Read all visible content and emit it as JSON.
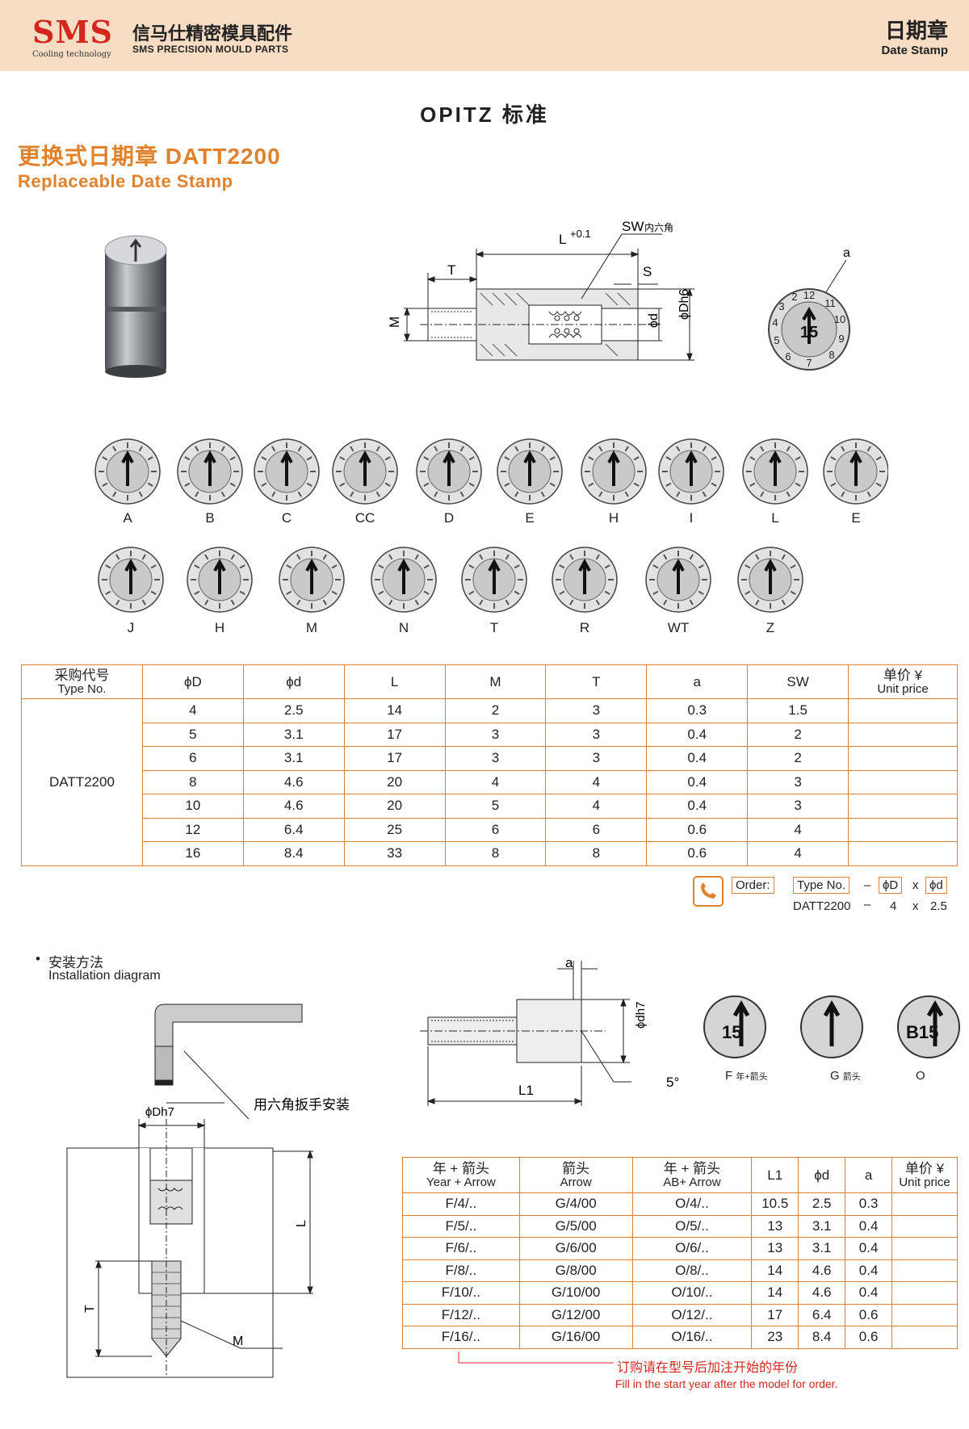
{
  "header": {
    "logo_text": "SMS",
    "logo_tagline": "Cooling technology",
    "company_cn": "信马仕精密模具配件",
    "company_en": "SMS PRECISION MOULD PARTS",
    "section_cn": "日期章",
    "section_en": "Date Stamp"
  },
  "standard_title": "OPITZ 标准",
  "product": {
    "title_cn": "更换式日期章  DATT2200",
    "title_en": "Replaceable Date Stamp"
  },
  "drawing": {
    "dim_L": "L",
    "dim_L_tol": "+0.1",
    "dim_T": "T",
    "dim_SW": "SW",
    "dim_SW_note": "内六角",
    "dim_S": "S",
    "dim_M": "M",
    "dim_phid": "ϕd",
    "dim_phiD": "ϕDh6",
    "dim_a": "a"
  },
  "dial_types": {
    "row1": [
      "A",
      "B",
      "C",
      "CC",
      "D",
      "E",
      "H",
      "I",
      "L",
      "E"
    ],
    "row2": [
      "J",
      "H",
      "M",
      "N",
      "T",
      "R",
      "WT",
      "Z"
    ]
  },
  "spec_table": {
    "headers": [
      {
        "cn": "采购代号",
        "en": "Type No."
      },
      {
        "cn": "ϕD",
        "en": ""
      },
      {
        "cn": "ϕd",
        "en": ""
      },
      {
        "cn": "L",
        "en": ""
      },
      {
        "cn": "M",
        "en": ""
      },
      {
        "cn": "T",
        "en": ""
      },
      {
        "cn": "a",
        "en": ""
      },
      {
        "cn": "SW",
        "en": ""
      },
      {
        "cn": "单价 ¥",
        "en": "Unit price"
      }
    ],
    "type_no": "DATT2200",
    "rows": [
      [
        "4",
        "2.5",
        "14",
        "2",
        "3",
        "0.3",
        "1.5",
        ""
      ],
      [
        "5",
        "3.1",
        "17",
        "3",
        "3",
        "0.4",
        "2",
        ""
      ],
      [
        "6",
        "3.1",
        "17",
        "3",
        "3",
        "0.4",
        "2",
        ""
      ],
      [
        "8",
        "4.6",
        "20",
        "4",
        "4",
        "0.4",
        "3",
        ""
      ],
      [
        "10",
        "4.6",
        "20",
        "5",
        "4",
        "0.4",
        "3",
        ""
      ],
      [
        "12",
        "6.4",
        "25",
        "6",
        "6",
        "0.6",
        "4",
        ""
      ],
      [
        "16",
        "8.4",
        "33",
        "8",
        "8",
        "0.6",
        "4",
        ""
      ]
    ]
  },
  "order": {
    "label": "Order:",
    "type_no": "Type No.",
    "dash": "–",
    "phiD": "ϕD",
    "x": "x",
    "phid": "ϕd",
    "example_type": "DATT2200",
    "example_D": "4",
    "example_d": "2.5"
  },
  "installation": {
    "title_cn": "安装方法",
    "title_en": "Installation diagram",
    "wrench_note": "用六角扳手安装",
    "dim_phiD": "ϕDh7",
    "dim_L": "L",
    "dim_T": "T",
    "dim_M": "M"
  },
  "insert_drawing": {
    "dim_a": "a",
    "dim_phid": "ϕdh7",
    "dim_L1": "L1",
    "angle": "5°",
    "types": [
      {
        "code": "F",
        "note": "年+箭头"
      },
      {
        "code": "G",
        "note": "箭头"
      },
      {
        "code": "O",
        "note": ""
      }
    ]
  },
  "insert_table": {
    "headers": [
      {
        "cn": "年 + 箭头",
        "en": "Year + Arrow"
      },
      {
        "cn": "箭头",
        "en": "Arrow"
      },
      {
        "cn": "年 + 箭头",
        "en": "AB+ Arrow"
      },
      {
        "cn": "L1",
        "en": ""
      },
      {
        "cn": "ϕd",
        "en": ""
      },
      {
        "cn": "a",
        "en": ""
      },
      {
        "cn": "单价 ¥",
        "en": "Unit price"
      }
    ],
    "rows": [
      [
        "F/4/..",
        "G/4/00",
        "O/4/..",
        "10.5",
        "2.5",
        "0.3",
        ""
      ],
      [
        "F/5/..",
        "G/5/00",
        "O/5/..",
        "13",
        "3.1",
        "0.4",
        ""
      ],
      [
        "F/6/..",
        "G/6/00",
        "O/6/..",
        "13",
        "3.1",
        "0.4",
        ""
      ],
      [
        "F/8/..",
        "G/8/00",
        "O/8/..",
        "14",
        "4.6",
        "0.4",
        ""
      ],
      [
        "F/10/..",
        "G/10/00",
        "O/10/..",
        "14",
        "4.6",
        "0.4",
        ""
      ],
      [
        "F/12/..",
        "G/12/00",
        "O/12/..",
        "17",
        "6.4",
        "0.6",
        ""
      ],
      [
        "F/16/..",
        "G/16/00",
        "O/16/..",
        "23",
        "8.4",
        "0.6",
        ""
      ]
    ],
    "note_cn": "订购请在型号后加注开始的年份",
    "note_en": "Fill in the start year after the model for order."
  },
  "colors": {
    "header_bg": "#f6ddc4",
    "accent": "#e0812c",
    "logo_red": "#d3271d"
  }
}
